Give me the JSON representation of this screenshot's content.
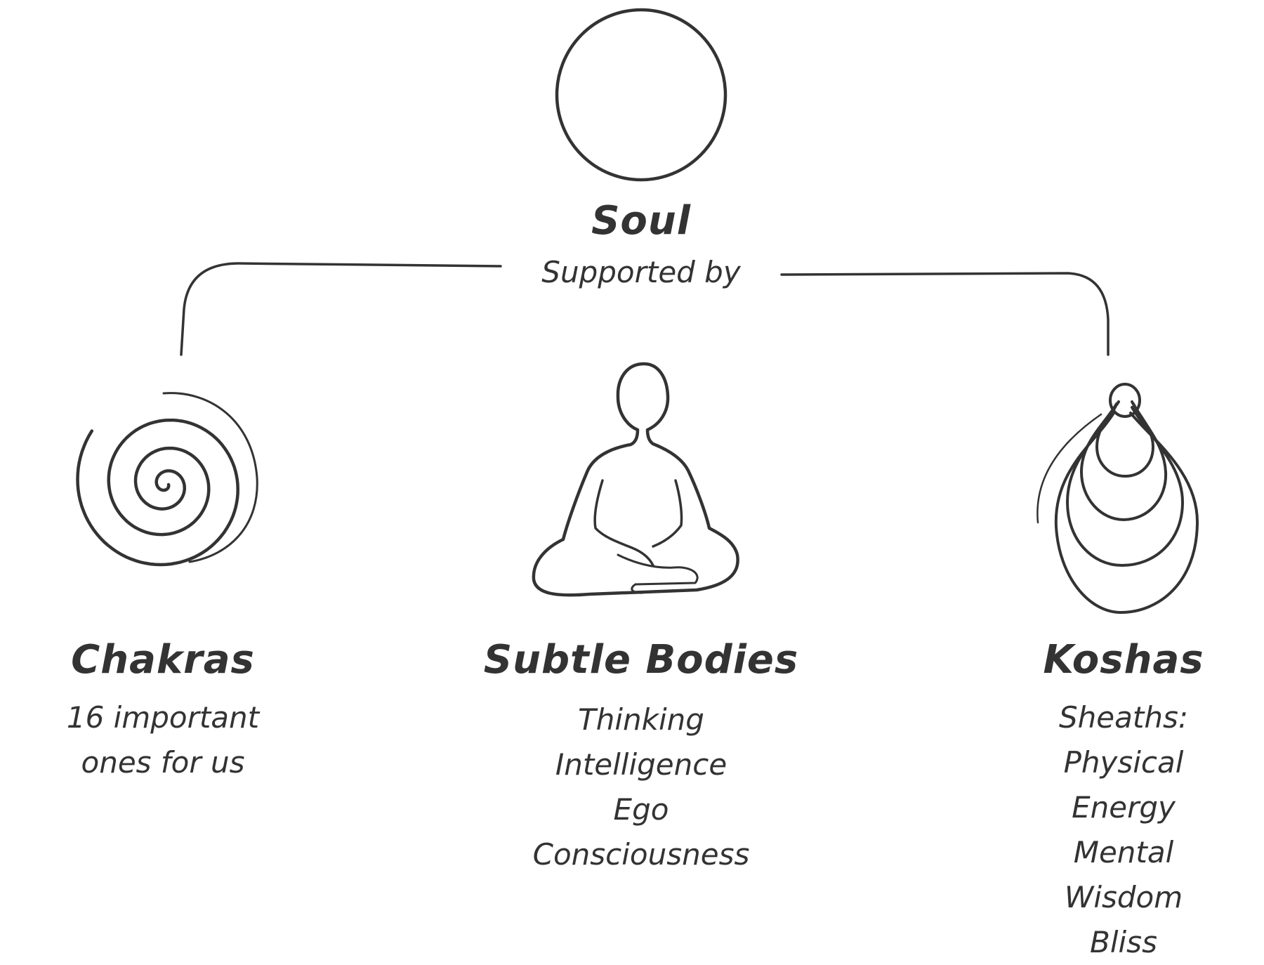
{
  "colors": {
    "ink": "#333333",
    "background": "#ffffff"
  },
  "root": {
    "title": "Soul",
    "subtitle": "Supported by",
    "icon": "circle-icon"
  },
  "branches": [
    {
      "title": "Chakras",
      "icon": "spiral-icon",
      "lines": [
        "16 important",
        "ones for us"
      ]
    },
    {
      "title": "Subtle Bodies",
      "icon": "meditating-person-icon",
      "lines": [
        "Thinking",
        "Intelligence",
        "Ego",
        "Consciousness"
      ]
    },
    {
      "title": "Koshas",
      "icon": "nested-sheaths-icon",
      "lines": [
        "Sheaths:",
        "Physical",
        "Energy",
        "Mental",
        "Wisdom",
        "Bliss"
      ]
    }
  ]
}
